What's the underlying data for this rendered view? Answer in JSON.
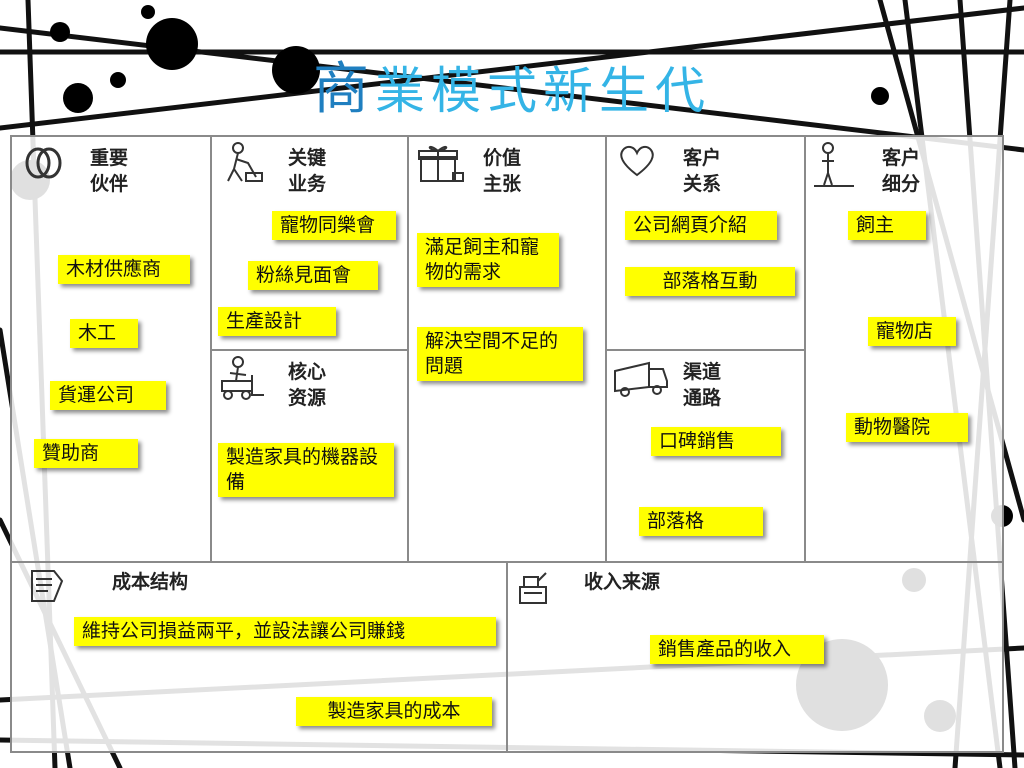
{
  "title": {
    "first_char": "商",
    "rest": "業模式新生代"
  },
  "blocks": {
    "partners": {
      "label_line1": "重要",
      "label_line2": "伙伴",
      "notes": [
        "木材供應商",
        "木工",
        "貨運公司",
        "贊助商"
      ]
    },
    "activities": {
      "label_line1": "关键",
      "label_line2": "业务",
      "notes": [
        "寵物同樂會",
        "粉絲見面會",
        "生產設計"
      ]
    },
    "resources": {
      "label_line1": "核心",
      "label_line2": "资源",
      "notes": [
        "製造家具的機器設備"
      ]
    },
    "value": {
      "label_line1": "价值",
      "label_line2": "主张",
      "notes": [
        "滿足飼主和寵物的需求",
        "解決空間不足的問題"
      ]
    },
    "relationships": {
      "label_line1": "客户",
      "label_line2": "关系",
      "notes": [
        "公司網頁介紹",
        "部落格互動"
      ]
    },
    "channels": {
      "label_line1": "渠道",
      "label_line2": "通路",
      "notes": [
        "口碑銷售",
        "部落格"
      ]
    },
    "segments": {
      "label_line1": "客户",
      "label_line2": "细分",
      "notes": [
        "飼主",
        "寵物店",
        "動物醫院"
      ]
    },
    "cost": {
      "label": "成本结构",
      "notes": [
        "維持公司損益兩平，並設法讓公司賺錢",
        "製造家具的成本"
      ]
    },
    "revenue": {
      "label": "收入来源",
      "notes": [
        "銷售產品的收入"
      ]
    }
  },
  "icons": {
    "partners": "interlocking-rings-icon",
    "activities": "worker-icon",
    "resources": "forklift-worker-icon",
    "value": "gift-box-icon",
    "relationships": "heart-icon",
    "channels": "delivery-truck-icon",
    "segments": "person-icon",
    "cost": "price-tag-icon",
    "revenue": "cash-register-icon"
  },
  "colors": {
    "title": "#34b4e6",
    "note": "#ffff00",
    "border": "#8a8a8a"
  }
}
